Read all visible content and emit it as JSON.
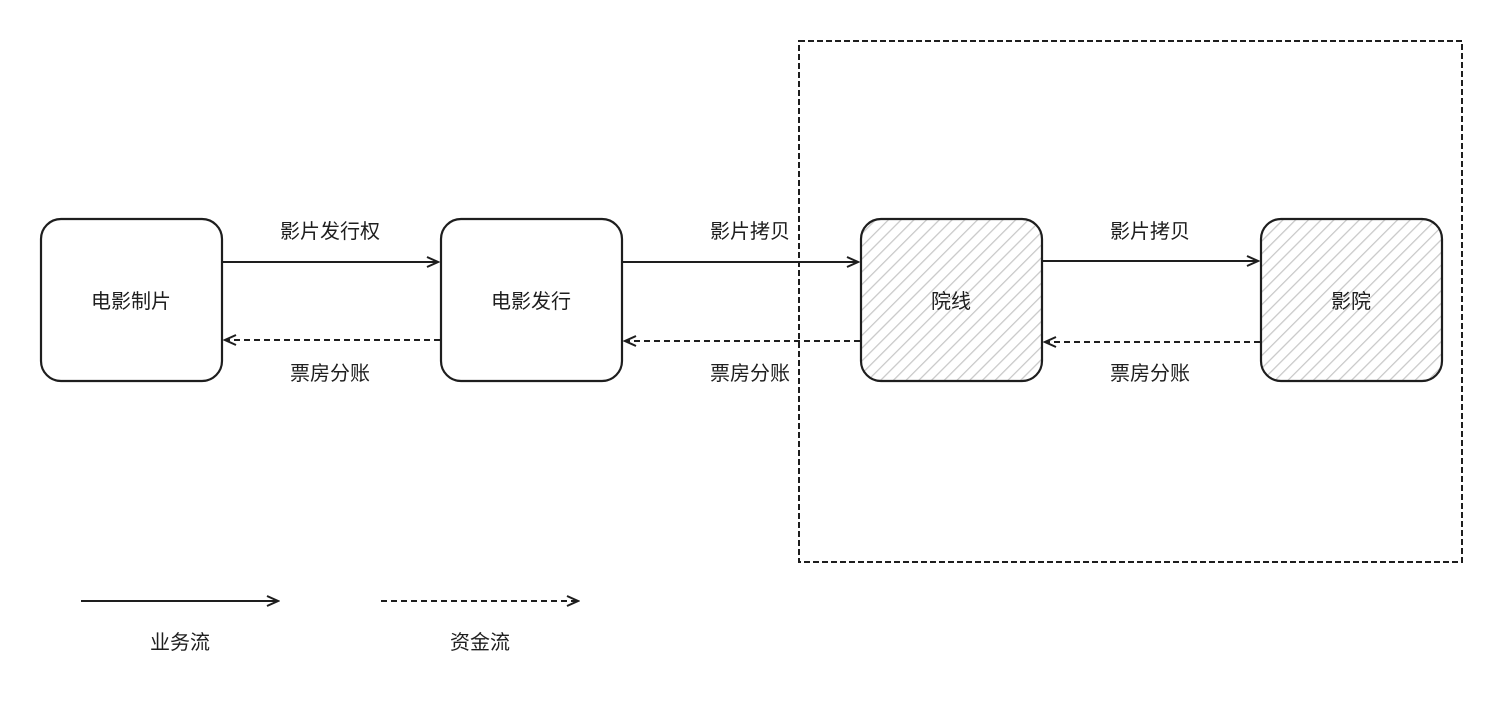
{
  "nodes": [
    {
      "label": "电影制片",
      "hatched": false
    },
    {
      "label": "电影发行",
      "hatched": false
    },
    {
      "label": "院线",
      "hatched": true
    },
    {
      "label": "影院",
      "hatched": true
    }
  ],
  "edges": [
    {
      "label": "影片发行权",
      "style": "solid"
    },
    {
      "label": "票房分账",
      "style": "dashed"
    },
    {
      "label": "影片拷贝",
      "style": "solid"
    },
    {
      "label": "票房分账",
      "style": "dashed"
    },
    {
      "label": "影片拷贝",
      "style": "solid"
    },
    {
      "label": "票房分账",
      "style": "dashed"
    }
  ],
  "legend": {
    "business_flow": "业务流",
    "money_flow": "资金流"
  },
  "colors": {
    "stroke": "#1e1e1e",
    "hatch": "#c8c8c8"
  }
}
